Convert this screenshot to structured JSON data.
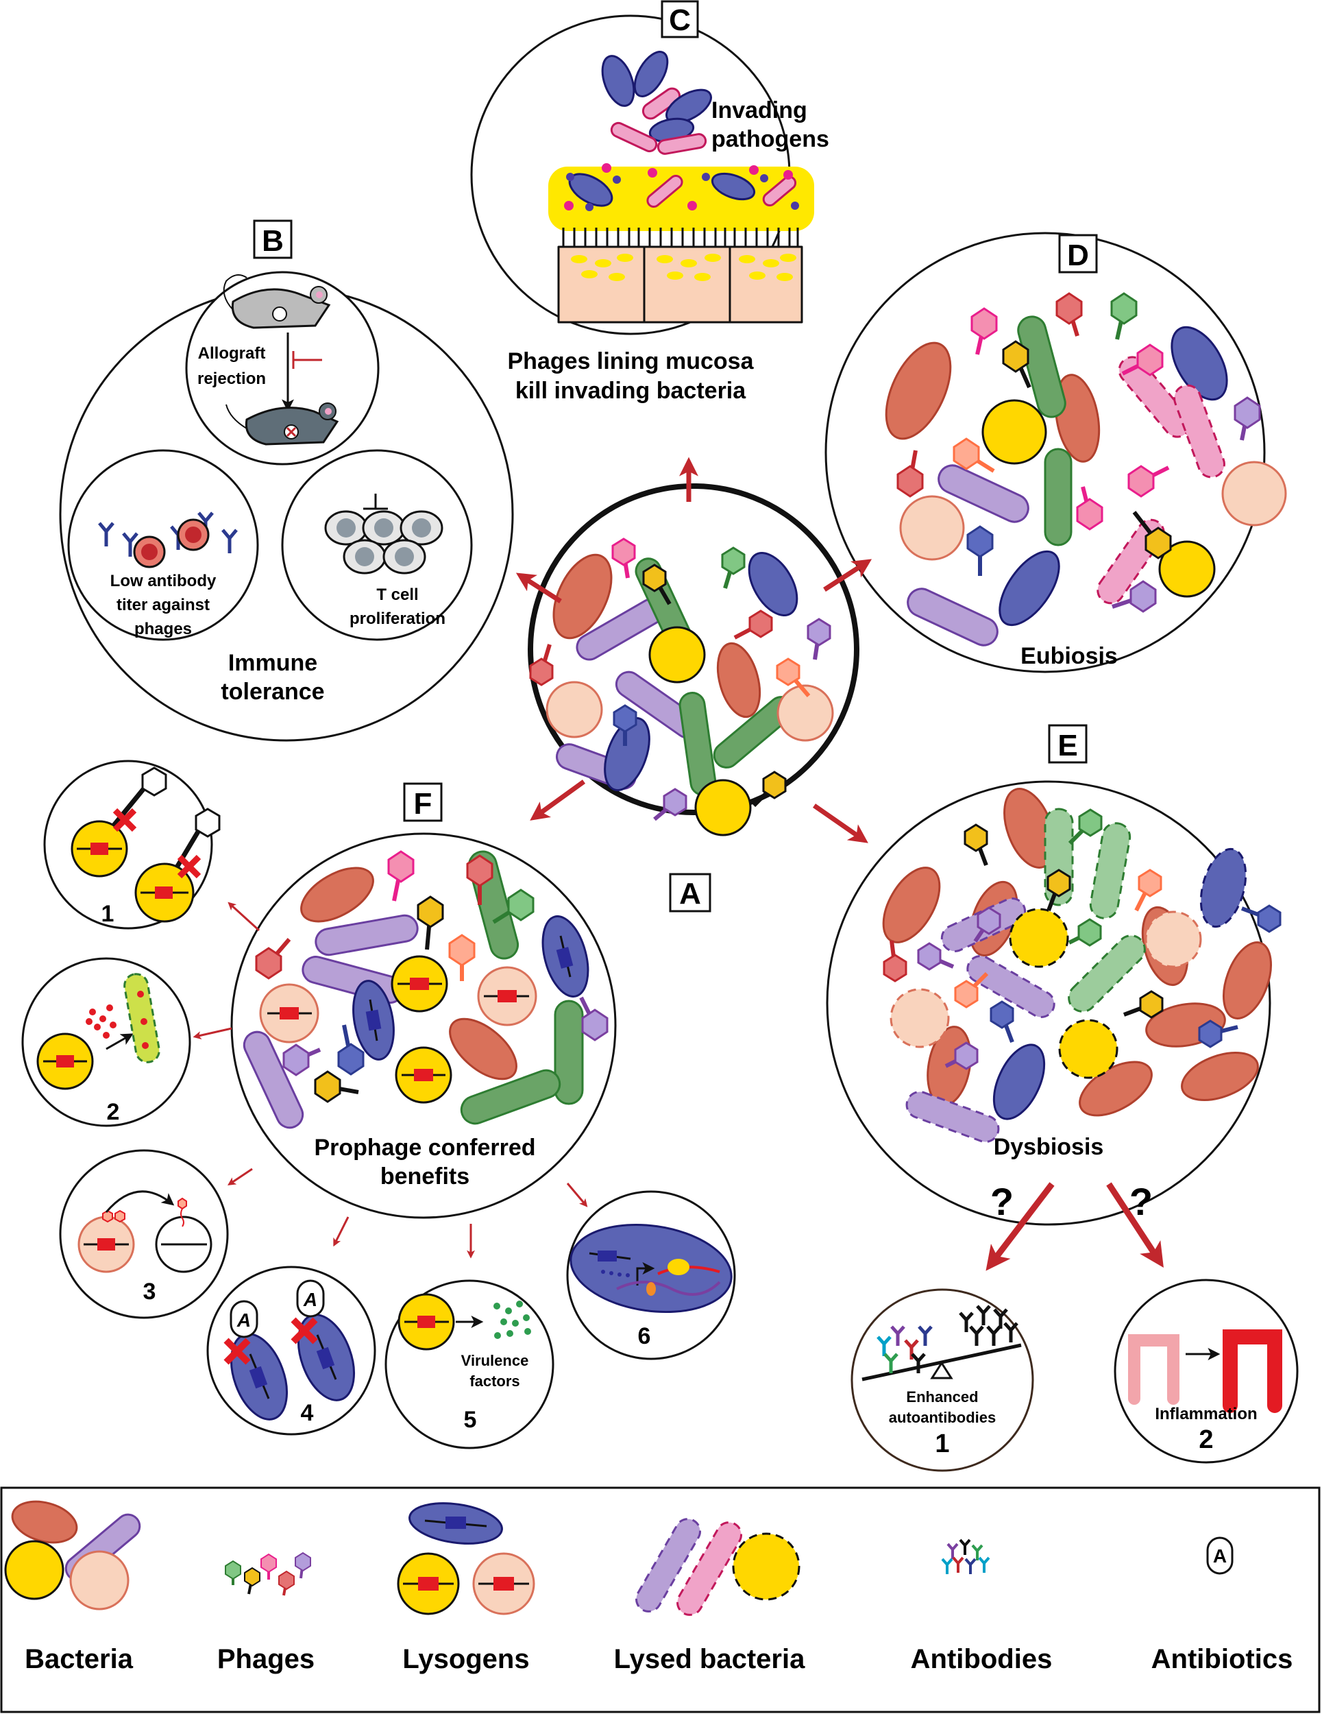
{
  "panels": {
    "A": {
      "letter": "A"
    },
    "B": {
      "letter": "B",
      "caption": [
        "Immune",
        "tolerance"
      ],
      "sub_top": [
        "Allograft",
        "rejection"
      ],
      "sub_left": [
        "Low antibody",
        "titer against",
        "phages"
      ],
      "sub_right": [
        "T cell",
        "proliferation"
      ]
    },
    "C": {
      "letter": "C",
      "invading": [
        "Invading",
        "pathogens"
      ],
      "caption": [
        "Phages lining mucosa",
        "kill invading bacteria"
      ]
    },
    "D": {
      "letter": "D",
      "caption": "Eubiosis"
    },
    "E": {
      "letter": "E",
      "caption": "Dysbiosis",
      "question": "?",
      "outcome1": {
        "label": [
          "Enhanced",
          "autoantibodies"
        ],
        "number": "1"
      },
      "outcome2": {
        "label": "Inflammation",
        "number": "2"
      }
    },
    "F": {
      "letter": "F",
      "caption": [
        "Prophage conferred",
        "benefits"
      ],
      "numbers": [
        "1",
        "2",
        "3",
        "4",
        "5",
        "6"
      ],
      "virulence": [
        "Virulence",
        "factors"
      ],
      "antibiotic_letter": "A"
    }
  },
  "legend": {
    "items": [
      "Bacteria",
      "Phages",
      "Lysogens",
      "Lysed bacteria",
      "Antibodies",
      "Antibiotics"
    ],
    "antibiotic_letter": "A"
  },
  "colors": {
    "arrow": "#c1272d",
    "yellow": "#ffd700",
    "salmon": "#d9715a",
    "peach": "#f9d3bd",
    "lavender": "#b7a0d6",
    "green": "#6aa467",
    "blue": "#5b64b4",
    "pink": "#f0a3c8",
    "gold": "#f2c01b",
    "crimson": "#cc3333",
    "purple": "#7a3fa0"
  }
}
